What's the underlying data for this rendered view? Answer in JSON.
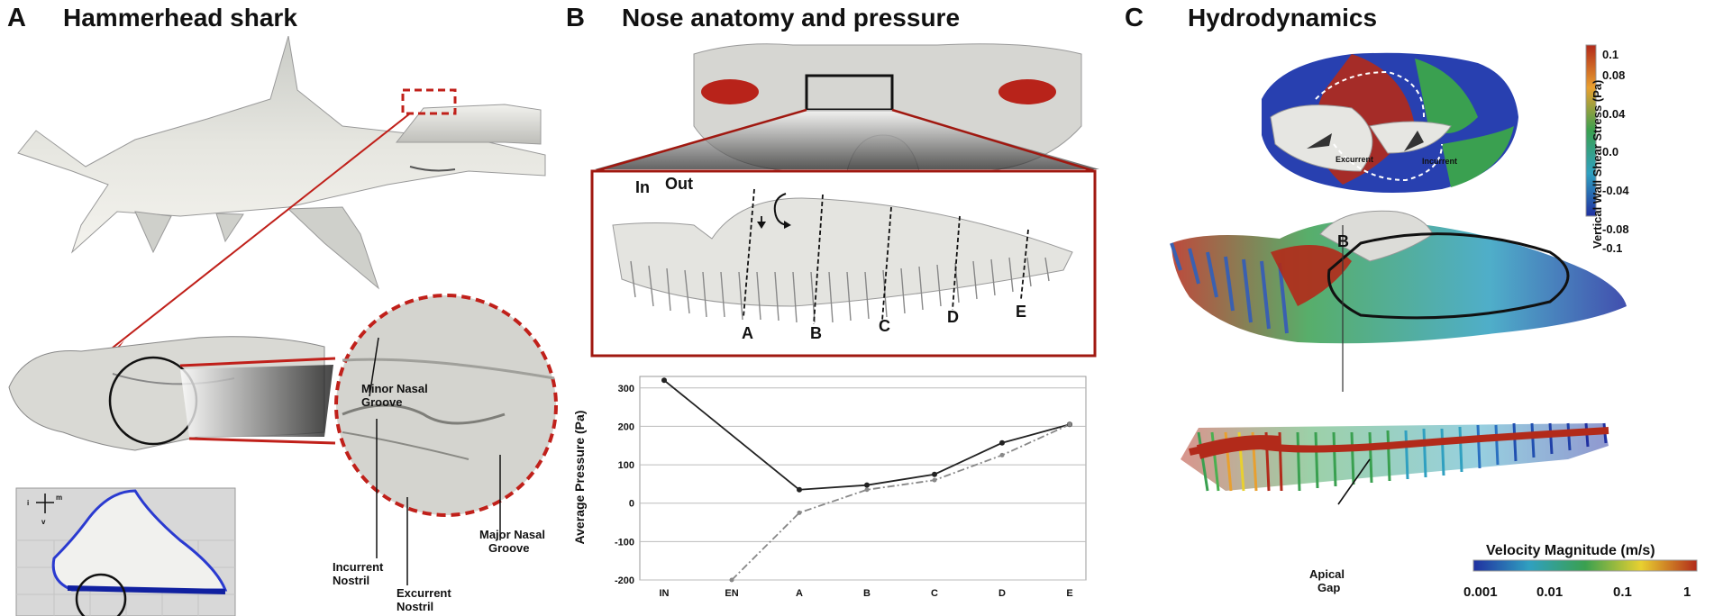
{
  "panels": {
    "a": {
      "letter": "A",
      "title": "Hammerhead shark"
    },
    "b": {
      "letter": "B",
      "title": "Nose anatomy and pressure"
    },
    "c": {
      "letter": "C",
      "title": "Hydrodynamics"
    }
  },
  "panel_a": {
    "labels": {
      "minor_groove_1": "Minor Nasal",
      "minor_groove_2": "Groove",
      "incurrent_1": "Incurrent",
      "incurrent_2": "Nostril",
      "excurrent_1": "Excurrent",
      "excurrent_2": "Nostril",
      "major_groove_1": "Major Nasal",
      "major_groove_2": "Groove"
    },
    "axis_labels": {
      "i": "i",
      "m": "m",
      "v": "v"
    }
  },
  "panel_b": {
    "flow_labels": {
      "in": "In",
      "out": "Out"
    },
    "sections": [
      "A",
      "B",
      "C",
      "D",
      "E"
    ]
  },
  "panel_c": {
    "labels": {
      "excurrent": "Excurrent",
      "incurrent": "Incurrent",
      "section_b": "B",
      "apical_1": "Apical",
      "apical_2": "Gap"
    },
    "shear_colorbar": {
      "title": "Vertical Wall Shear Stress (Pa)",
      "ticks": [
        "0.1",
        "0.08",
        "0.04",
        "0.0",
        "-0.04",
        "-0.08",
        "-0.1"
      ]
    },
    "velocity_colorbar": {
      "title": "Velocity Magnitude (m/s)",
      "ticks": [
        "0.001",
        "0.01",
        "0.1",
        "1"
      ]
    },
    "colors": {
      "red": "#b22a1a",
      "orange": "#e8a030",
      "green": "#3aa050",
      "cyan": "#30a0c0",
      "blue": "#2030a0"
    }
  },
  "chart_data": {
    "type": "line",
    "categories": [
      "IN",
      "EN",
      "A",
      "B",
      "C",
      "D",
      "E"
    ],
    "series": [
      {
        "values": [
          320,
          null,
          35,
          47,
          75,
          157,
          205
        ],
        "style": "solid",
        "color": "#222222"
      },
      {
        "values": [
          null,
          -200,
          -25,
          35,
          60,
          125,
          205
        ],
        "style": "dash-dot",
        "color": "#888888"
      }
    ],
    "ylabel": "Average Pressure (Pa)",
    "yticks": [
      300,
      200,
      100,
      0,
      -100,
      -200
    ],
    "ylim": [
      -200,
      330
    ],
    "grid": true
  }
}
